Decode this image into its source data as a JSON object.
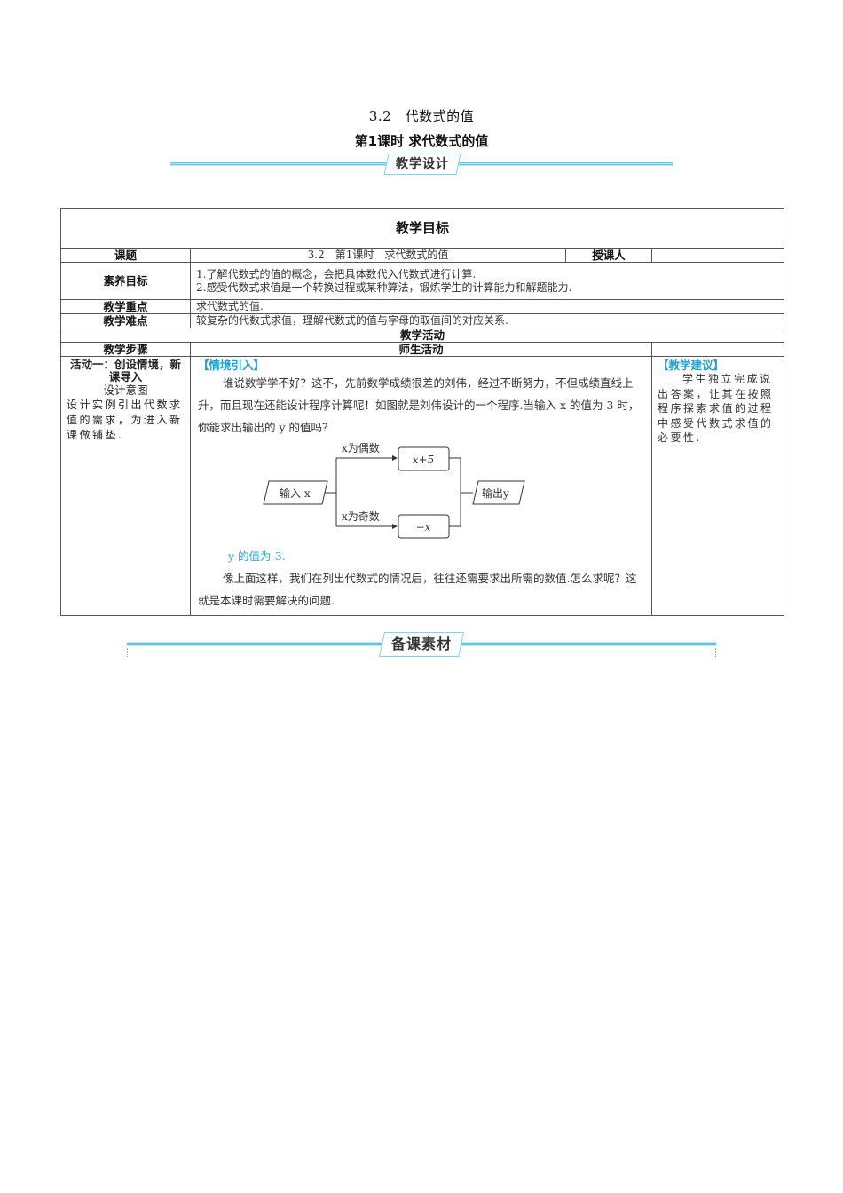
{
  "header": {
    "title": "3.2　代数式的值",
    "subtitle": "第1课时 求代数式的值",
    "section_banner": "教学设计"
  },
  "table": {
    "heading": "教学目标",
    "rows": {
      "topic": {
        "label": "课题",
        "value": "3.2　第1课时　求代数式的值",
        "teacher_label": "授课人",
        "teacher_value": ""
      },
      "literacy": {
        "label": "素养目标",
        "items": [
          "1.了解代数式的值的概念，会把具体数代入代数式进行计算.",
          "2.感受代数式求值是一个转换过程或某种算法，锻炼学生的计算能力和解题能力."
        ]
      },
      "key_point": {
        "label": "教学重点",
        "value": "求代数式的值."
      },
      "difficulty": {
        "label": "教学难点",
        "value": "较复杂的代数式求值，理解代数式的值与字母的取值间的对应关系."
      }
    },
    "activity_heading": "教学活动",
    "col_steps": "教学步骤",
    "col_activities": "师生活动",
    "activity1": {
      "title": "活动一：创设情境，新课导入",
      "design_label": "设计意图",
      "design_text": "设计实例引出代数求值的需求，为进入新课做铺垫.",
      "tag": "【情境引入】",
      "para1": "谁说数学学不好？这不，先前数学成绩很差的刘伟，经过不断努力，不但成绩直线上升，而且现在还能设计程序计算呢！如图就是刘伟设计的一个程序.当输入 x 的值为 3 时，你能求出输出的 y 的值吗？",
      "answer": "y 的值为-3.",
      "para2": "像上面这样，我们在列出代数式的情况后，往往还需要求出所需的数值.怎么求呢？这就是本课时需要解决的问题.",
      "suggestion_tag": "【教学建议】",
      "suggestion_text": "学生独立完成说出答案，让其在按照程序探索求值的过程中感受代数式求值的必要性."
    },
    "flowchart": {
      "input": "输入 x",
      "branch_even": "x为偶数",
      "branch_odd": "x为奇数",
      "op_even": "x+5",
      "op_odd": "−x",
      "output": "输出y"
    }
  },
  "footer_banner": "备课素材",
  "colors": {
    "accent": "#1ba3d6",
    "rule": "#5ac8ea",
    "border": "#555555"
  }
}
